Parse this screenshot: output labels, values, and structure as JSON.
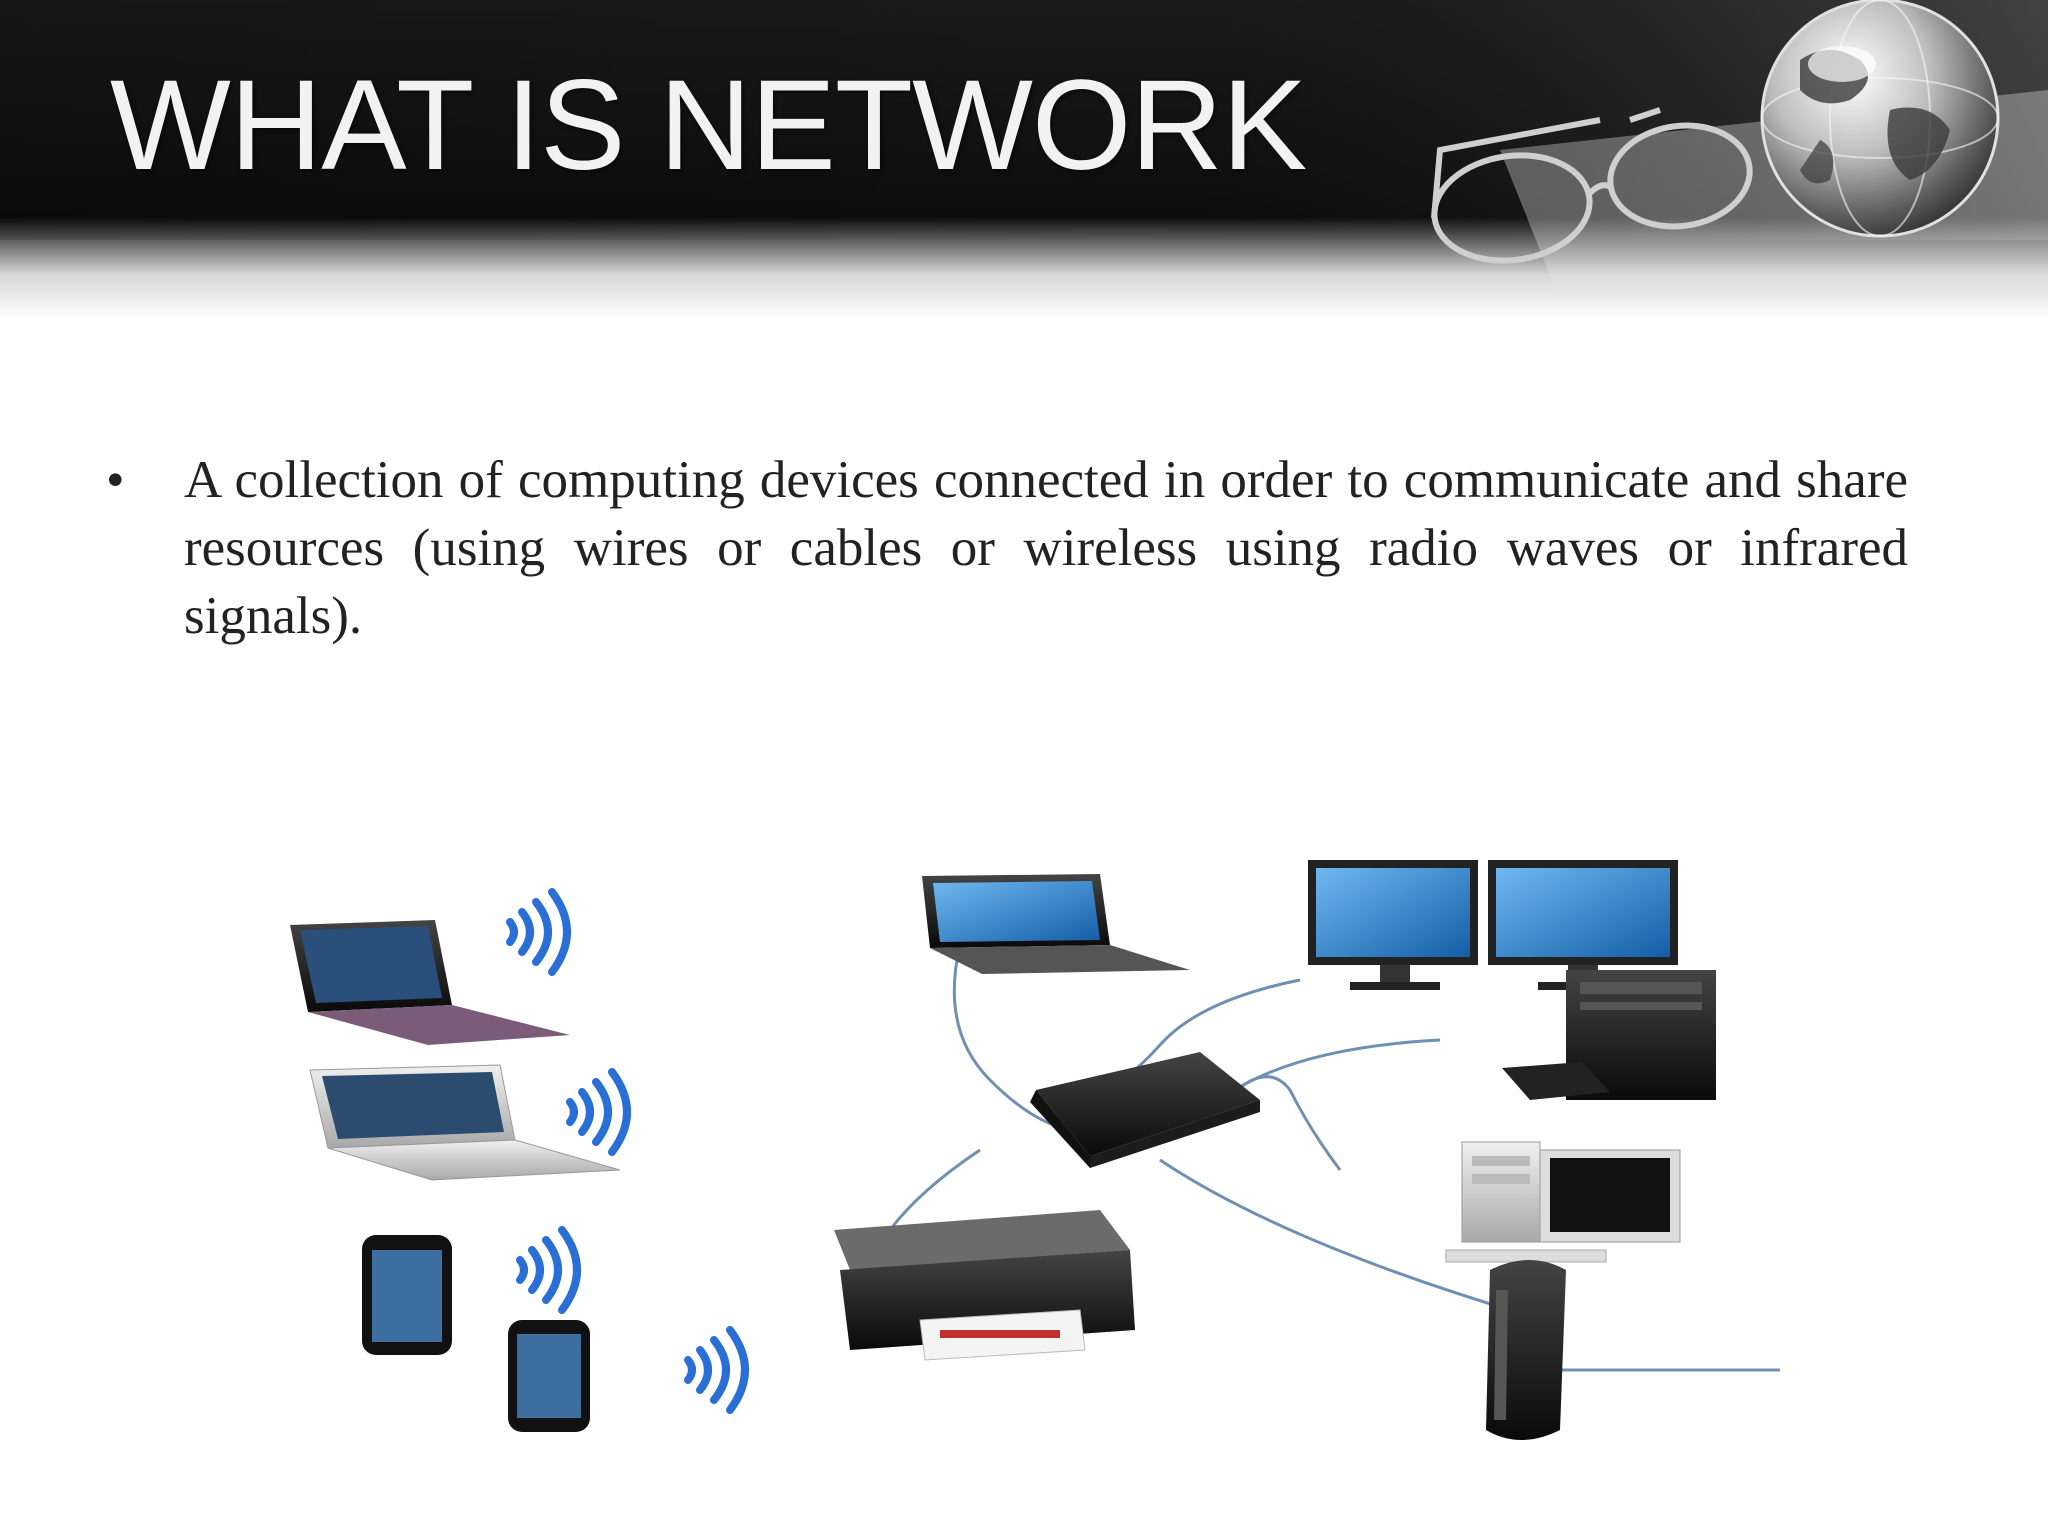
{
  "slide": {
    "title": "WHAT IS NETWORK",
    "bullets": [
      {
        "marker": "•",
        "text": "A collection of computing devices connected in order to communicate and share resources (using wires or cables or wireless using radio waves or infrared signals)."
      }
    ]
  },
  "header_graphics": {
    "items": [
      "globe",
      "eyeglasses"
    ]
  },
  "diagram": {
    "wireless_devices": [
      "laptop",
      "laptop",
      "smartphone",
      "smartphone"
    ],
    "wired_devices": [
      "laptop",
      "dual-monitors",
      "desktop-tower",
      "desktop-computer",
      "printer",
      "modem"
    ],
    "hub": "router",
    "colors": {
      "cable": "#6f8fb3",
      "wifi": "#2a6fd6",
      "screen": "#1f7fd0"
    }
  }
}
